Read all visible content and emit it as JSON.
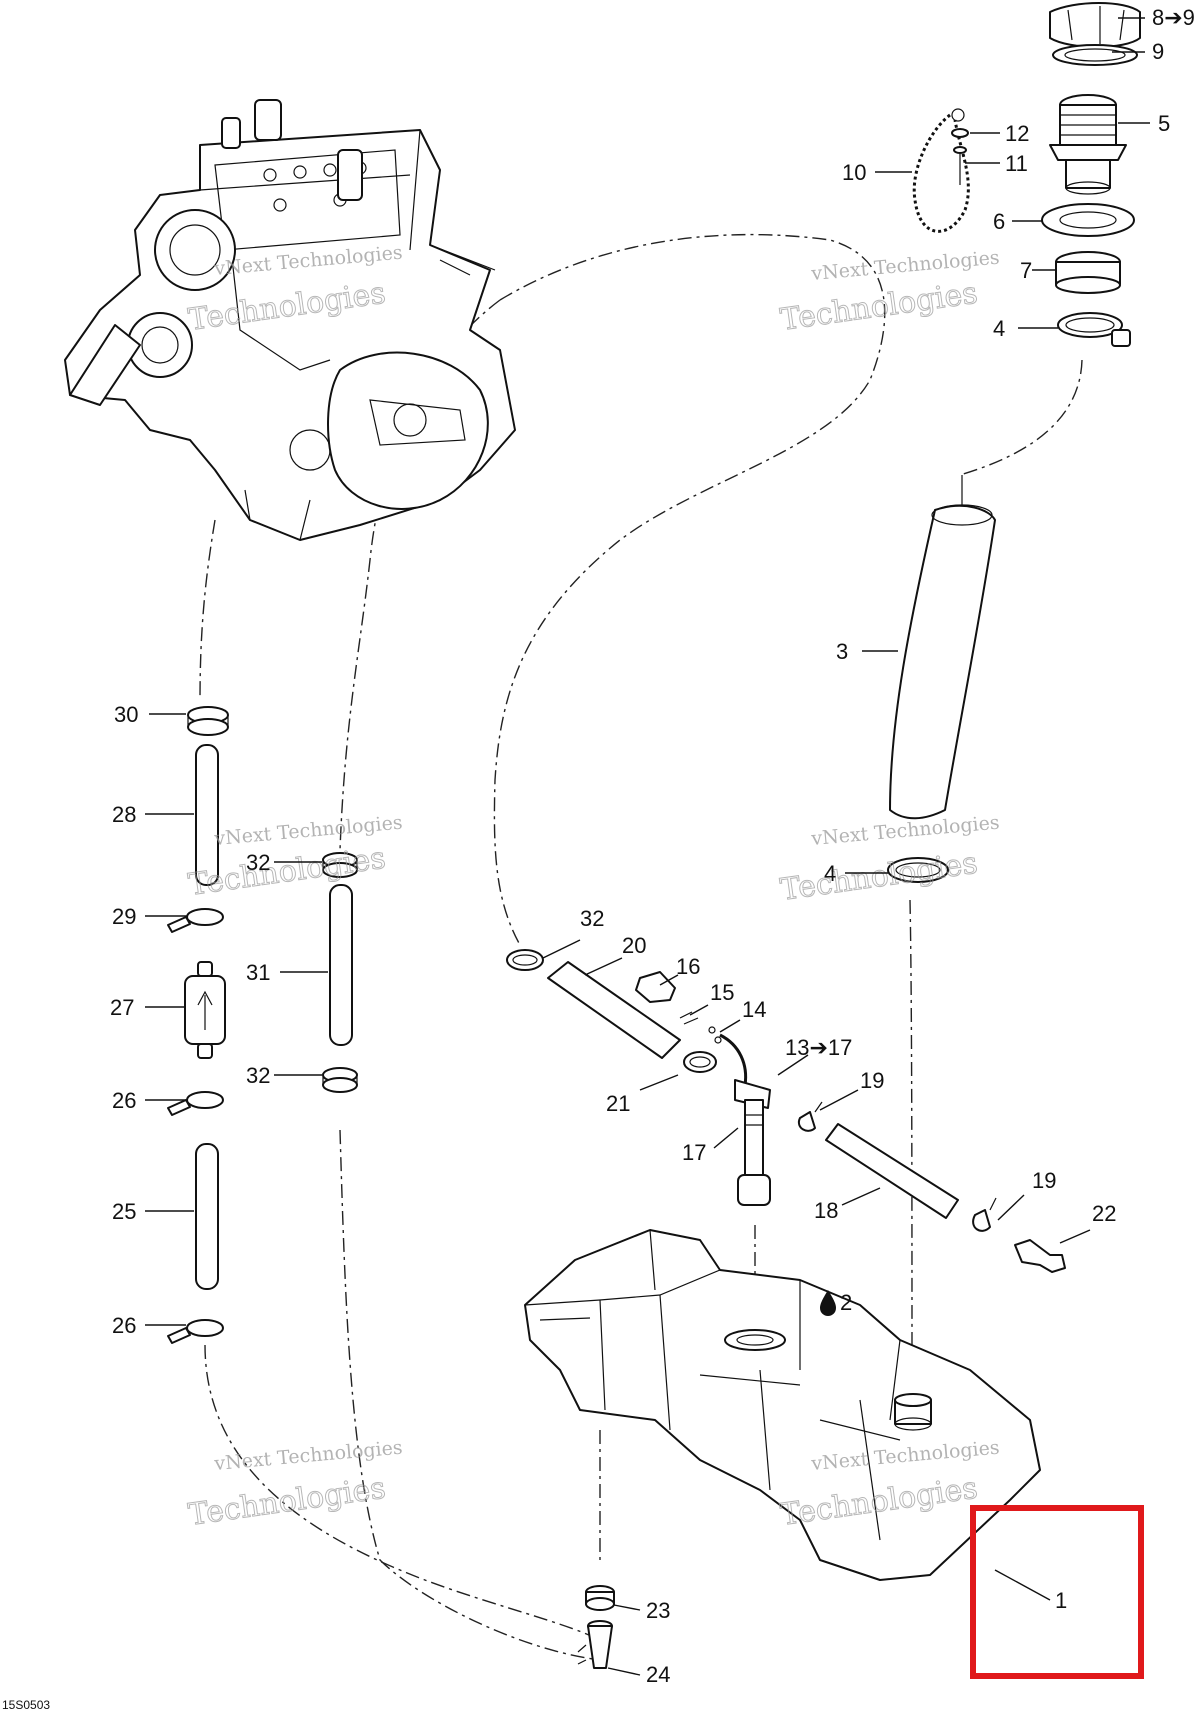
{
  "diagram": {
    "document_code": "15S0503",
    "watermark": {
      "line1": "vNext Technologies",
      "line2": "Technologies"
    },
    "callouts": [
      {
        "id": "c1",
        "text": "8➔9"
      },
      {
        "id": "c2",
        "text": "9"
      },
      {
        "id": "c3",
        "text": "5"
      },
      {
        "id": "c4",
        "text": "12"
      },
      {
        "id": "c5",
        "text": "11"
      },
      {
        "id": "c6",
        "text": "10"
      },
      {
        "id": "c7",
        "text": "6"
      },
      {
        "id": "c8",
        "text": "7"
      },
      {
        "id": "c9",
        "text": "4"
      },
      {
        "id": "c10",
        "text": "3"
      },
      {
        "id": "c11",
        "text": "4"
      },
      {
        "id": "c12",
        "text": "30"
      },
      {
        "id": "c13",
        "text": "28"
      },
      {
        "id": "c14",
        "text": "32"
      },
      {
        "id": "c15",
        "text": "29"
      },
      {
        "id": "c16",
        "text": "31"
      },
      {
        "id": "c17",
        "text": "27"
      },
      {
        "id": "c18",
        "text": "32"
      },
      {
        "id": "c19",
        "text": "26"
      },
      {
        "id": "c20",
        "text": "25"
      },
      {
        "id": "c21",
        "text": "26"
      },
      {
        "id": "c22",
        "text": "32"
      },
      {
        "id": "c23",
        "text": "20"
      },
      {
        "id": "c24",
        "text": "16"
      },
      {
        "id": "c25",
        "text": "15"
      },
      {
        "id": "c26",
        "text": "14"
      },
      {
        "id": "c27",
        "text": "13➔17"
      },
      {
        "id": "c28",
        "text": "19"
      },
      {
        "id": "c29",
        "text": "21"
      },
      {
        "id": "c30",
        "text": "17"
      },
      {
        "id": "c31",
        "text": "18"
      },
      {
        "id": "c32",
        "text": "19"
      },
      {
        "id": "c33",
        "text": "22"
      },
      {
        "id": "c34",
        "text": "2"
      },
      {
        "id": "c35",
        "text": "1"
      },
      {
        "id": "c36",
        "text": "23"
      },
      {
        "id": "c37",
        "text": "24"
      }
    ],
    "highlight_color": "#e0191b",
    "line_color": "#111111"
  }
}
